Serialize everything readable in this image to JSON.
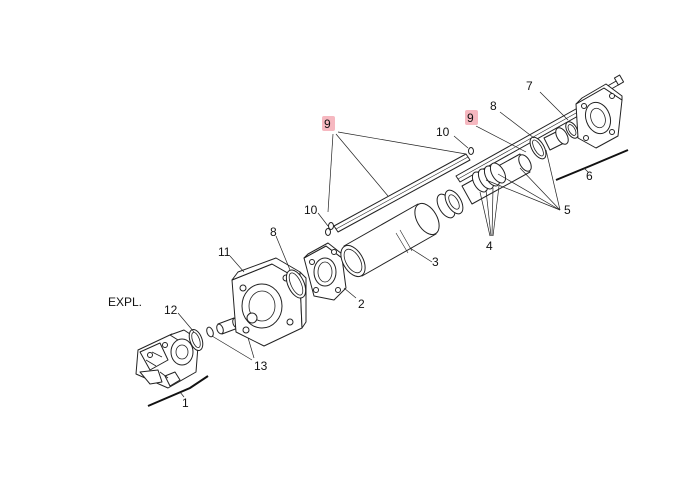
{
  "diagram": {
    "callouts": {
      "p1": "1",
      "p2": "2",
      "p3": "3",
      "p4": "4",
      "p5": "5",
      "p6": "6",
      "p7": "7",
      "p8_top": "8",
      "p8_left": "8",
      "p9_left": "9",
      "p9_right": "9",
      "p10_top": "10",
      "p10_left": "10",
      "p11": "11",
      "p12": "12",
      "p13": "13",
      "expl": "EXPL."
    },
    "highlight_color": "#f6b8c0"
  }
}
